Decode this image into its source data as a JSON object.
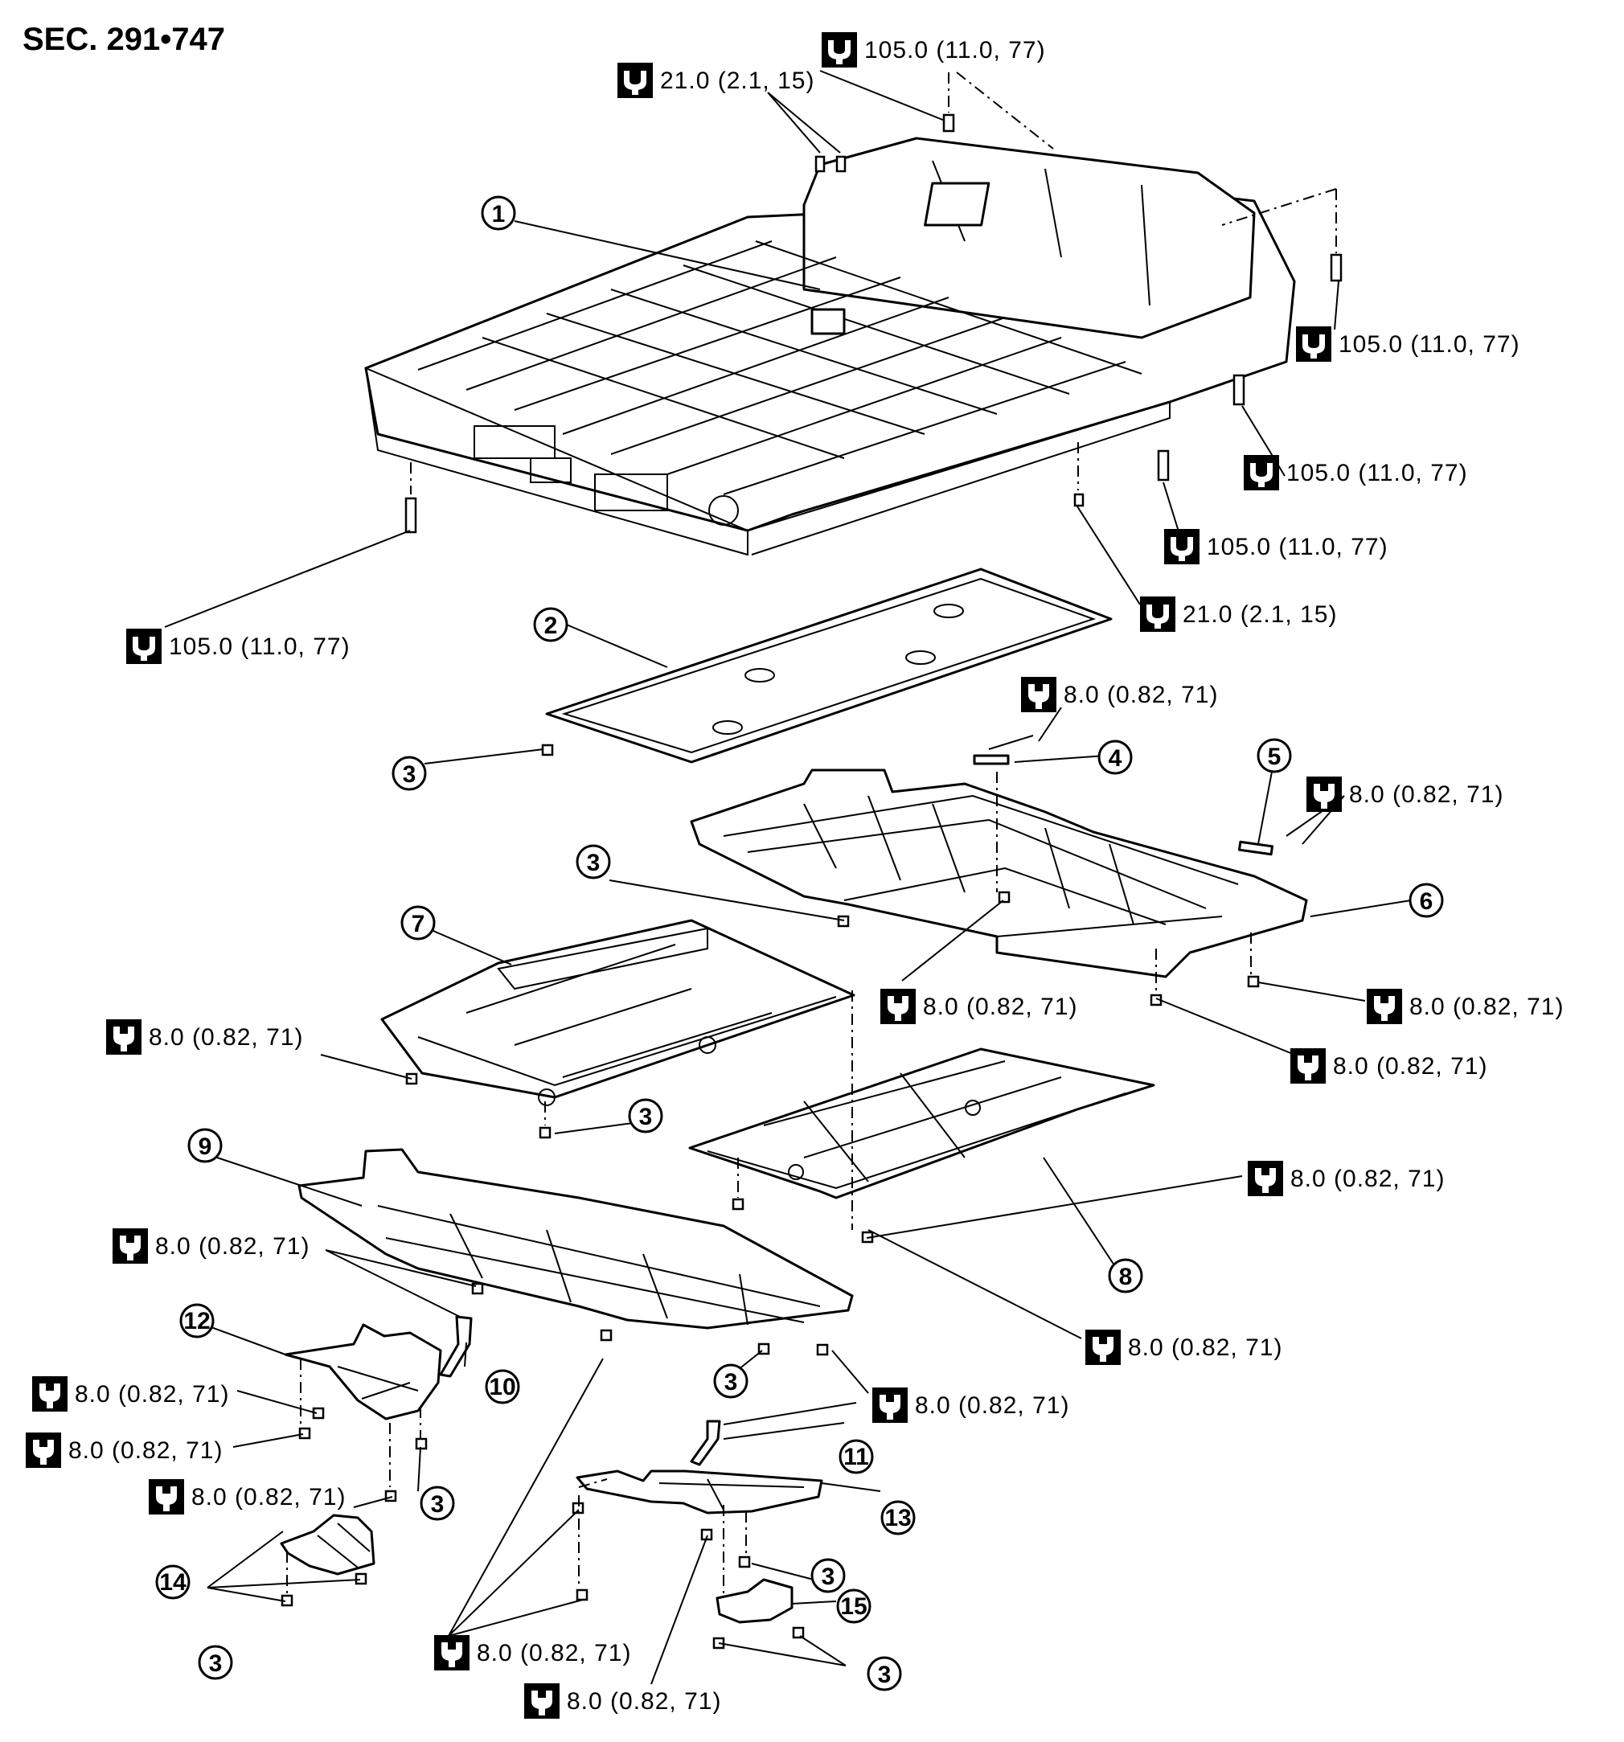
{
  "section": "SEC. 291•747",
  "callouts": {
    "c1": "1",
    "c2": "2",
    "c3": "3",
    "c4": "4",
    "c5": "5",
    "c6": "6",
    "c7": "7",
    "c8": "8",
    "c9": "9",
    "c10": "10",
    "c11": "11",
    "c12": "12",
    "c13": "13",
    "c14": "14",
    "c15": "15"
  },
  "torques": {
    "t105": "105.0 (11.0, 77)",
    "t21": "21.0 (2.1, 15)",
    "t8": "8.0 (0.82, 71)"
  }
}
